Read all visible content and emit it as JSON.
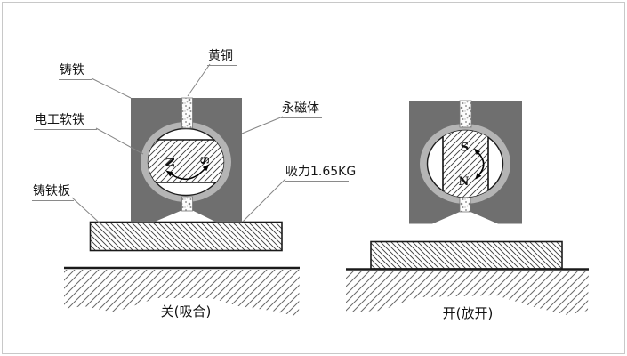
{
  "diagram": {
    "title_context": "magnetic v-block open/close states",
    "labels": {
      "cast_iron": "铸铁",
      "brass": "黄铜",
      "soft_iron": "电工软铁",
      "permanent_magnet": "永磁体",
      "suction_force": "吸力1.65KG",
      "cast_iron_plate": "铸铁板"
    },
    "captions": {
      "closed": "关(吸合)",
      "open": "开(放开)"
    },
    "poles": {
      "north": "N",
      "south": "S"
    },
    "colors": {
      "body_gray": "#6f6f6f",
      "ring_gray": "#b4b4b4",
      "outline": "#1a1a1a",
      "leader_gray": "#858585",
      "hatch": "#3c3c3c",
      "frame": "#c8c8c8"
    }
  }
}
